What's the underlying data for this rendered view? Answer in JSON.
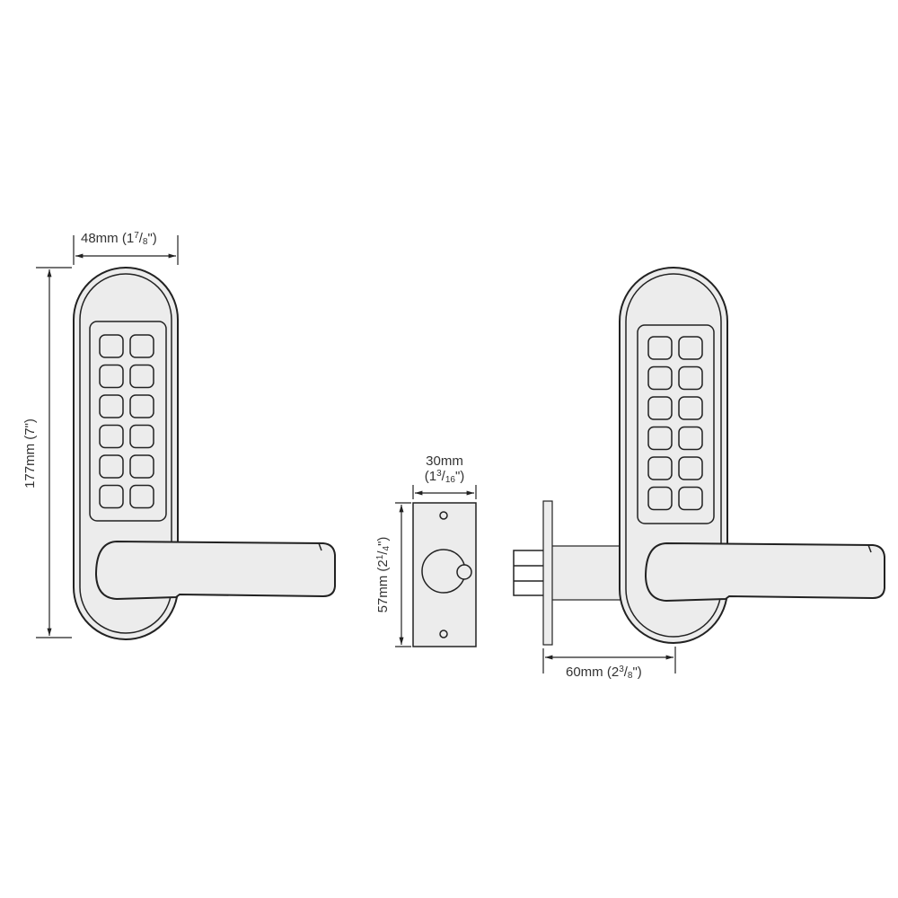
{
  "dimensions": {
    "width": {
      "whole": "48mm (1",
      "num": "7",
      "den": "8",
      "close": "\")"
    },
    "height": {
      "whole": "177mm (7\")"
    },
    "strike_width": {
      "line1": "30mm",
      "whole": "(1",
      "num": "3",
      "den": "16",
      "close": "\")"
    },
    "strike_height": {
      "whole": "57mm (2",
      "num": "1",
      "den": "4",
      "close": "\")"
    },
    "backset": {
      "whole": "60mm (2",
      "num": "3",
      "den": "8",
      "close": "\")"
    }
  },
  "colors": {
    "line": "#222222",
    "fill": "#ececec"
  }
}
